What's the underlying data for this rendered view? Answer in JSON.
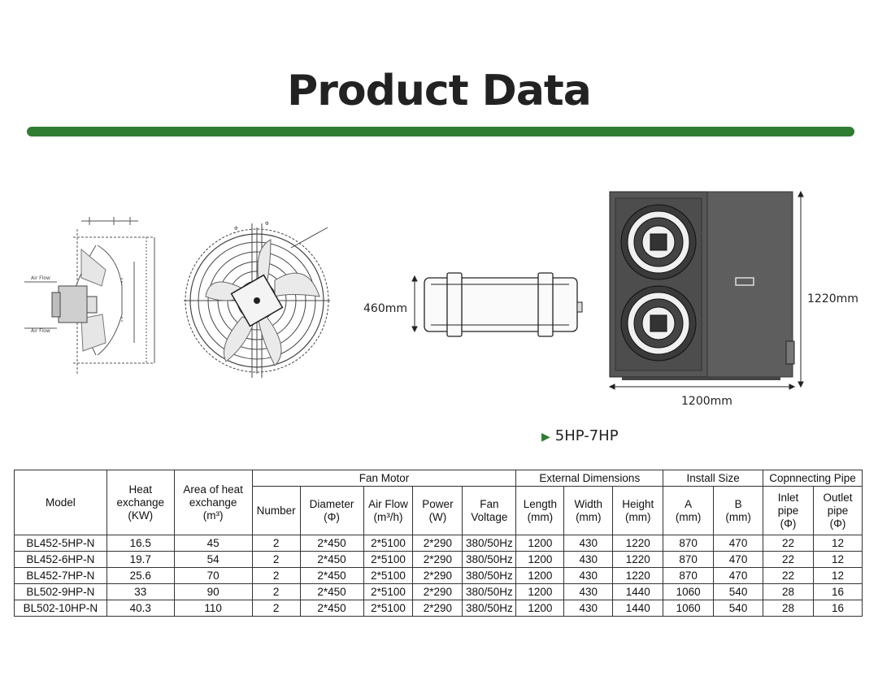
{
  "page": {
    "title": "Product Data"
  },
  "drawing": {
    "height_label": "460mm",
    "unit_height_label": "1220mm",
    "unit_width_label": "1200mm",
    "range_label": "5HP-7HP",
    "fan_labels": {
      "air_flow_top": "Air Flow",
      "air_flow_bottom": "Air Flow",
      "dim_a": "Φ",
      "dim_b": "Φ"
    }
  },
  "table": {
    "groups": {
      "model": "Model",
      "heat_exchange": [
        "Heat",
        "exchange",
        "(KW)"
      ],
      "area": [
        "Area of heat",
        "exchange",
        "(m³)"
      ],
      "fan_motor": "Fan Motor",
      "external": "External Dimensions",
      "install": "Install Size",
      "connecting": "Copnnecting Pipe"
    },
    "subheaders": {
      "number": "Number",
      "diameter": [
        "Diameter",
        "(Φ)"
      ],
      "air_flow": [
        "Air Flow",
        "(m³/h)"
      ],
      "power": [
        "Power",
        "(W)"
      ],
      "fan_voltage": [
        "Fan",
        "Voltage"
      ],
      "length": [
        "Length",
        "(mm)"
      ],
      "width": [
        "Width",
        "(mm)"
      ],
      "height": [
        "Height",
        "(mm)"
      ],
      "a": [
        "A",
        "(mm)"
      ],
      "b": [
        "B",
        "(mm)"
      ],
      "inlet": [
        "Inlet",
        "pipe",
        "(Φ)"
      ],
      "outlet": [
        "Outlet",
        "pipe",
        "(Φ)"
      ]
    },
    "rows": [
      [
        "BL452-5HP-N",
        "16.5",
        "45",
        "2",
        "2*450",
        "2*5100",
        "2*290",
        "380/50Hz",
        "1200",
        "430",
        "1220",
        "870",
        "470",
        "22",
        "12"
      ],
      [
        "BL452-6HP-N",
        "19.7",
        "54",
        "2",
        "2*450",
        "2*5100",
        "2*290",
        "380/50Hz",
        "1200",
        "430",
        "1220",
        "870",
        "470",
        "22",
        "12"
      ],
      [
        "BL452-7HP-N",
        "25.6",
        "70",
        "2",
        "2*450",
        "2*5100",
        "2*290",
        "380/50Hz",
        "1200",
        "430",
        "1220",
        "870",
        "470",
        "22",
        "12"
      ],
      [
        "BL502-9HP-N",
        "33",
        "90",
        "2",
        "2*450",
        "2*5100",
        "2*290",
        "380/50Hz",
        "1200",
        "430",
        "1440",
        "1060",
        "540",
        "28",
        "16"
      ],
      [
        "BL502-10HP-N",
        "40.3",
        "110",
        "2",
        "2*450",
        "2*5100",
        "2*290",
        "380/50Hz",
        "1200",
        "430",
        "1440",
        "1060",
        "540",
        "28",
        "16"
      ]
    ]
  }
}
